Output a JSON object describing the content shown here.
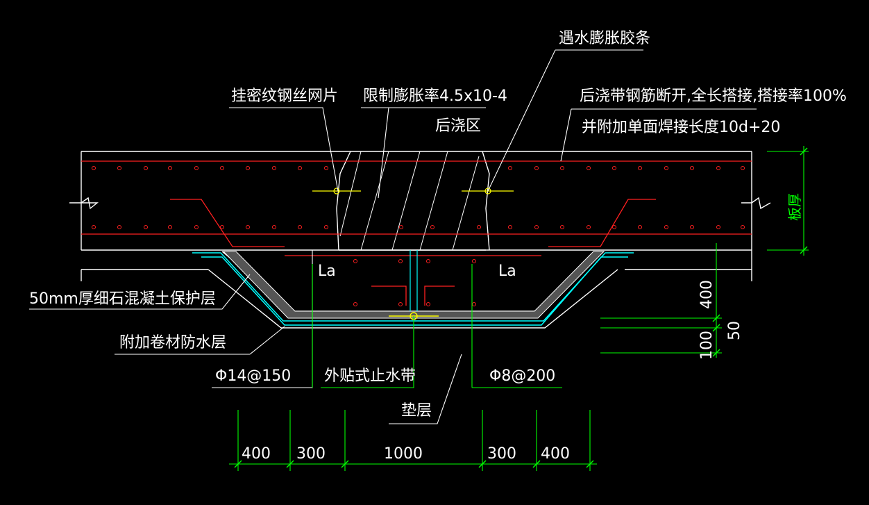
{
  "labels": {
    "rubber_strip": "遇水膨胀胶条",
    "mesh": "挂密纹钢丝网片",
    "expansion": "限制膨胀率4.5x10-4",
    "post_pour": "后浇区",
    "rebar_note_1": "后浇带钢筋断开,全长搭接,搭接率100%",
    "rebar_note_2": "并附加单面焊接长度10d+20",
    "protect_layer": "50mm厚细石混凝土保护层",
    "waterproof_layer": "附加卷材防水层",
    "rebar_main": "Φ14@150",
    "waterstop": "外贴式止水带",
    "rebar_sec": "Φ8@200",
    "cushion": "垫层",
    "la_left": "La",
    "la_right": "La",
    "slab_thickness": "板厚"
  },
  "dims": {
    "bottom": [
      "400",
      "300",
      "1000",
      "300",
      "400"
    ],
    "right": [
      "400",
      "50",
      "100"
    ]
  },
  "colors": {
    "background": "#000000",
    "line_white": "#ffffff",
    "rebar_red": "#ff2020",
    "dim_green": "#00ff00",
    "layer_cyan": "#00ffff",
    "accent_yellow": "#ffff00"
  }
}
